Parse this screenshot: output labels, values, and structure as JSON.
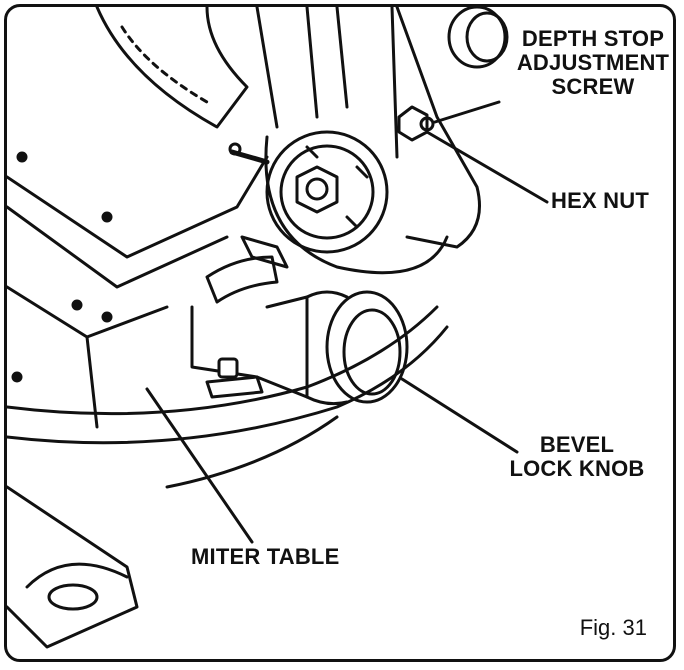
{
  "labels": {
    "depth_stop": [
      "DEPTH STOP",
      "ADJUSTMENT",
      "SCREW"
    ],
    "hex_nut": "HEX NUT",
    "bevel_lock": [
      "BEVEL",
      "LOCK KNOB"
    ],
    "miter_table": "MITER TABLE"
  },
  "figure": "Fig. 31",
  "colors": {
    "line": "#111111",
    "background": "#ffffff"
  }
}
